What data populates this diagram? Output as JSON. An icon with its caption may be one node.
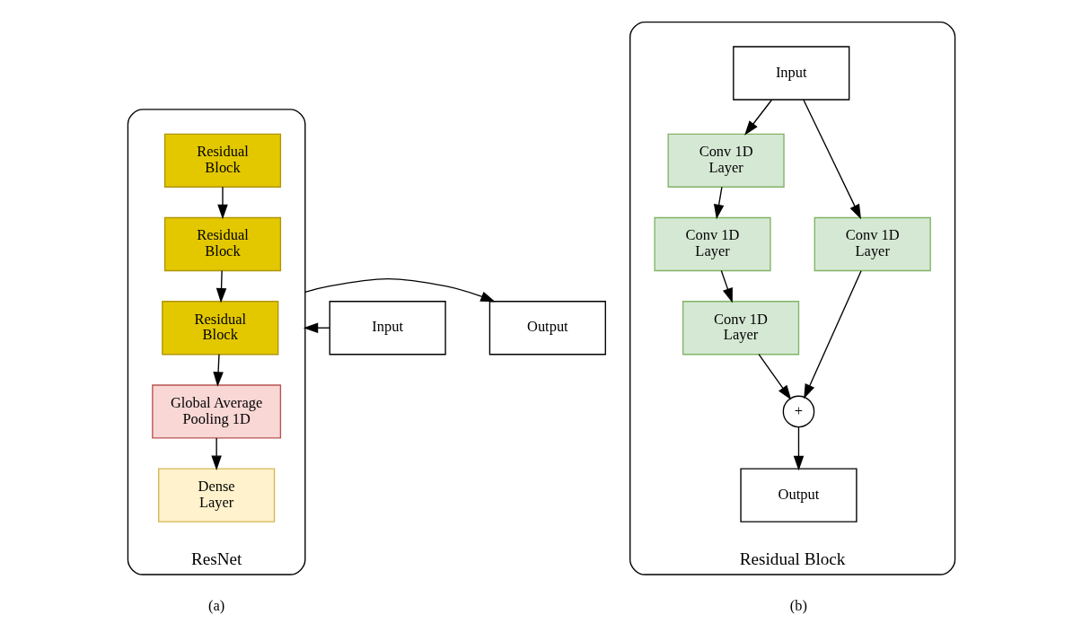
{
  "diagram": {
    "nodes": [
      {
        "text": [
          "Input"
        ]
      },
      {
        "text": [
          "ResNet"
        ]
      },
      {
        "text": [
          "Residual Block"
        ],
        "in": 1
      },
      {
        "text": [
          "Residual Block"
        ],
        "in": 1
      },
      {
        "text": [
          "Residual Block"
        ],
        "in": 1
      },
      {
        "text": [
          "Global Average Pooling 1D"
        ],
        "in": 1
      },
      {
        "text": [
          "Dense Layer"
        ],
        "in": 1
      },
      {
        "text": [
          "Output"
        ]
      },
      {
        "text": [
          "Residual Block"
        ]
      },
      {
        "text": [
          "Input"
        ],
        "in": 8
      },
      {
        "text": [
          "Conv 1D Layer"
        ],
        "in": 8
      },
      {
        "text": [
          "Conv 1D Layer"
        ],
        "in": 8
      },
      {
        "text": [
          "Conv 1D Layer"
        ],
        "in": 8
      },
      {
        "text": [
          "Conv 1D Layer"
        ],
        "in": 8
      },
      {
        "text": [
          "+"
        ],
        "in": 8
      },
      {
        "text": [
          "Output"
        ],
        "in": 8
      }
    ],
    "edges": [
      {
        "from": 0,
        "to": 1,
        "arrow": "to"
      },
      {
        "from": 1,
        "to": 7,
        "arrow": "to"
      },
      {
        "from": 2,
        "to": 3,
        "arrow": "to"
      },
      {
        "from": 3,
        "to": 4,
        "arrow": "to"
      },
      {
        "from": 4,
        "to": 5,
        "arrow": "to"
      },
      {
        "from": 5,
        "to": 6,
        "arrow": "to"
      },
      {
        "from": 9,
        "to": 10,
        "arrow": "to"
      },
      {
        "from": 9,
        "to": 11,
        "arrow": "to"
      },
      {
        "from": 10,
        "to": 12,
        "arrow": "to"
      },
      {
        "from": 12,
        "to": 13,
        "arrow": "to"
      },
      {
        "from": 13,
        "to": 14,
        "arrow": "to"
      },
      {
        "from": 11,
        "to": 14,
        "arrow": "to"
      },
      {
        "from": 14,
        "to": 15,
        "arrow": "to"
      }
    ],
    "labels": [
      "(a)",
      "(b)"
    ]
  }
}
